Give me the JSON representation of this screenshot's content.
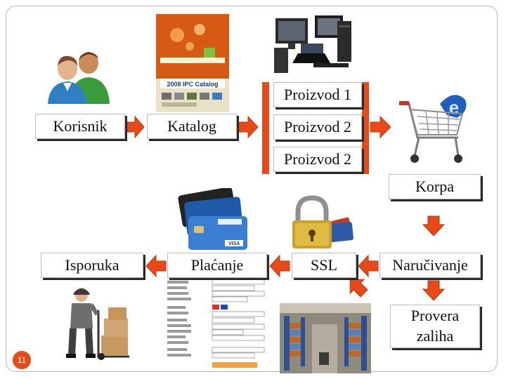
{
  "flow": {
    "user": "Korisnik",
    "catalog": "Katalog",
    "product_1": "Proizvod 1",
    "product_2": "Proizvod 2",
    "product_3": "Proizvod 2",
    "cart": "Korpa",
    "order": "Naručivanje",
    "stock_check_line1": "Provera",
    "stock_check_line2": "zaliha",
    "ssl": "SSL",
    "payment": "Plaćanje",
    "delivery": "Isporuka"
  },
  "catalog_cover": {
    "year_title": "2008 IPC Catalog"
  },
  "slide": {
    "number": "11"
  },
  "colors": {
    "arrow": "#e64a19",
    "arrow_dark": "#b8360f",
    "box_shadow": "#2b2b2b"
  }
}
